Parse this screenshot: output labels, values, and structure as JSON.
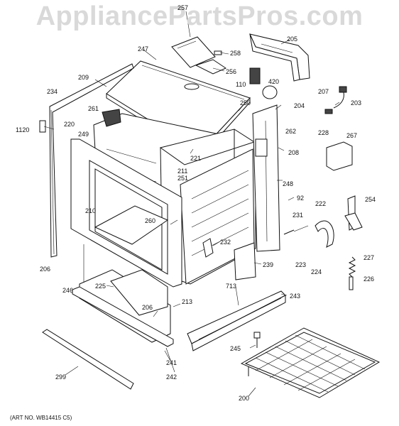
{
  "watermark": "AppliancePartsPros.com",
  "art_number": "(ART NO. WB14415 C5)",
  "parts": [
    {
      "id": "p257",
      "label": "257"
    },
    {
      "id": "p205",
      "label": "205"
    },
    {
      "id": "p247",
      "label": "247"
    },
    {
      "id": "p258",
      "label": "258"
    },
    {
      "id": "p256",
      "label": "256"
    },
    {
      "id": "p209",
      "label": "209"
    },
    {
      "id": "p110",
      "label": "110"
    },
    {
      "id": "p420",
      "label": "420"
    },
    {
      "id": "p234",
      "label": "234"
    },
    {
      "id": "p207",
      "label": "207"
    },
    {
      "id": "p203",
      "label": "203"
    },
    {
      "id": "p250",
      "label": "250"
    },
    {
      "id": "p204",
      "label": "204"
    },
    {
      "id": "p261",
      "label": "261"
    },
    {
      "id": "p1120",
      "label": "1120"
    },
    {
      "id": "p220",
      "label": "220"
    },
    {
      "id": "p249",
      "label": "249"
    },
    {
      "id": "p262",
      "label": "262"
    },
    {
      "id": "p228",
      "label": "228"
    },
    {
      "id": "p267",
      "label": "267"
    },
    {
      "id": "p208",
      "label": "208"
    },
    {
      "id": "p221",
      "label": "221"
    },
    {
      "id": "p211",
      "label": "211"
    },
    {
      "id": "p251",
      "label": "251"
    },
    {
      "id": "p248",
      "label": "248"
    },
    {
      "id": "p92",
      "label": "92"
    },
    {
      "id": "p254",
      "label": "254"
    },
    {
      "id": "p222",
      "label": "222"
    },
    {
      "id": "p210",
      "label": "210"
    },
    {
      "id": "p231",
      "label": "231"
    },
    {
      "id": "p260",
      "label": "260"
    },
    {
      "id": "p232",
      "label": "232"
    },
    {
      "id": "p227",
      "label": "227"
    },
    {
      "id": "p223",
      "label": "223"
    },
    {
      "id": "p224",
      "label": "224"
    },
    {
      "id": "p239",
      "label": "239"
    },
    {
      "id": "p206a",
      "label": "206"
    },
    {
      "id": "p246",
      "label": "246"
    },
    {
      "id": "p226",
      "label": "226"
    },
    {
      "id": "p225",
      "label": "225"
    },
    {
      "id": "p713",
      "label": "713"
    },
    {
      "id": "p243",
      "label": "243"
    },
    {
      "id": "p206b",
      "label": "206"
    },
    {
      "id": "p213",
      "label": "213"
    },
    {
      "id": "p245",
      "label": "245"
    },
    {
      "id": "p241",
      "label": "241"
    },
    {
      "id": "p299",
      "label": "299"
    },
    {
      "id": "p242",
      "label": "242"
    },
    {
      "id": "p200",
      "label": "200"
    }
  ]
}
